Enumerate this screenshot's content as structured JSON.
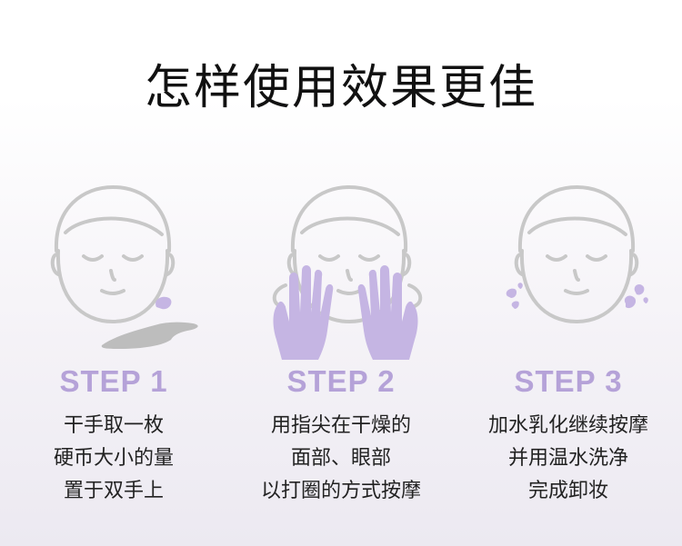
{
  "title": "怎样使用效果更佳",
  "steps": [
    {
      "label": "STEP 1",
      "lines": [
        "干手取一枚",
        "硬币大小的量",
        "置于双手上"
      ]
    },
    {
      "label": "STEP 2",
      "lines": [
        "用指尖在干燥的",
        "面部、眼部",
        "以打圈的方式按摩"
      ]
    },
    {
      "label": "STEP 3",
      "lines": [
        "加水乳化继续按摩",
        "并用温水洗净",
        "完成卸妆"
      ]
    }
  ],
  "colors": {
    "accent": "#b5a2d8",
    "line_art": "#c8c8c8",
    "hand_fill": "#c5b5e3",
    "text": "#222222"
  }
}
